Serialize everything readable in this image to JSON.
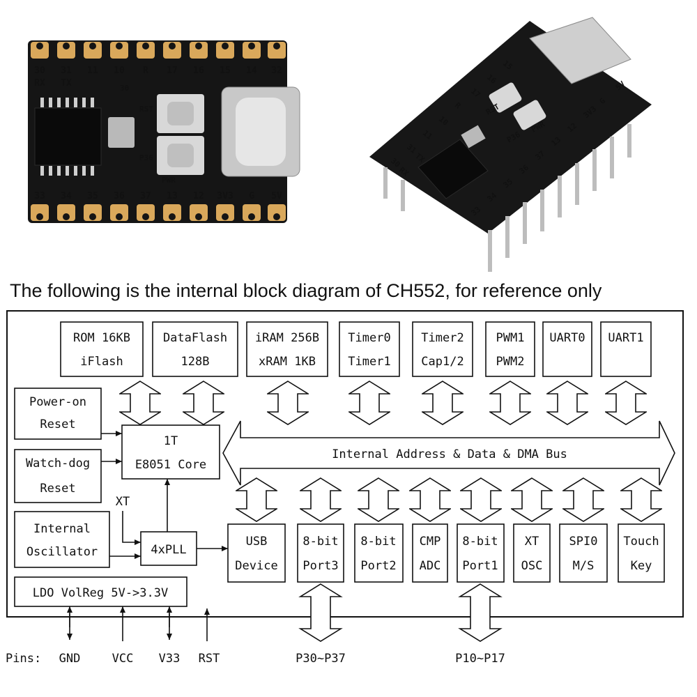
{
  "caption": "The following is the internal block diagram of CH552, for reference only",
  "board_top": {
    "top_pins": [
      "30",
      "31",
      "11",
      "10",
      "R",
      "17",
      "16",
      "15",
      "14",
      "32"
    ],
    "rx_tx": [
      "RX",
      "TX"
    ],
    "bottom_pins": [
      "33",
      "34",
      "35",
      "36",
      "37",
      "13",
      "12",
      "3V3",
      "G",
      "5V"
    ],
    "rst": "RST",
    "p36": "P36",
    "pwr": "PWR",
    "small_30": "30"
  },
  "board_angle": {
    "top_pins": [
      "30",
      "31",
      "11",
      "10",
      "R",
      "17",
      "16",
      "15"
    ],
    "rx_tx": [
      "RX",
      "TX"
    ],
    "bottom_pins": [
      "33",
      "34",
      "35",
      "36",
      "37",
      "13",
      "12",
      "3V3",
      "G",
      "5V"
    ],
    "rst": "RST",
    "p36": "P36",
    "pwr": "PWR"
  },
  "blocks": {
    "rom": [
      "ROM 16KB",
      "iFlash"
    ],
    "dataflash": [
      "DataFlash",
      "128B"
    ],
    "ram": [
      "iRAM 256B",
      "xRAM 1KB"
    ],
    "timer01": [
      "Timer0",
      "Timer1"
    ],
    "timer2": [
      "Timer2",
      "Cap1/2"
    ],
    "pwm": [
      "PWM1",
      "PWM2"
    ],
    "uart0": [
      "UART0"
    ],
    "uart1": [
      "UART1"
    ],
    "poweron": [
      "Power-on",
      "Reset"
    ],
    "watchdog": [
      "Watch-dog",
      "Reset"
    ],
    "core": [
      "1T",
      "E8051 Core"
    ],
    "oscillator": [
      "Internal",
      "Oscillator"
    ],
    "pll": [
      "4xPLL"
    ],
    "ldo": [
      "LDO VolReg 5V->3.3V"
    ],
    "usb": [
      "USB",
      "Device"
    ],
    "port3": [
      "8-bit",
      "Port3"
    ],
    "port2": [
      "8-bit",
      "Port2"
    ],
    "cmp": [
      "CMP",
      "ADC"
    ],
    "port1": [
      "8-bit",
      "Port1"
    ],
    "xtosc": [
      "XT",
      "OSC"
    ],
    "spi": [
      "SPI0",
      "M/S"
    ],
    "touch": [
      "Touch",
      "Key"
    ]
  },
  "bus_label": "Internal Address & Data & DMA Bus",
  "xt_label": "XT",
  "pins_label": "Pins:",
  "pins": [
    "GND",
    "VCC",
    "V33",
    "RST"
  ],
  "port3_pins": "P30~P37",
  "port1_pins": "P10~P17"
}
